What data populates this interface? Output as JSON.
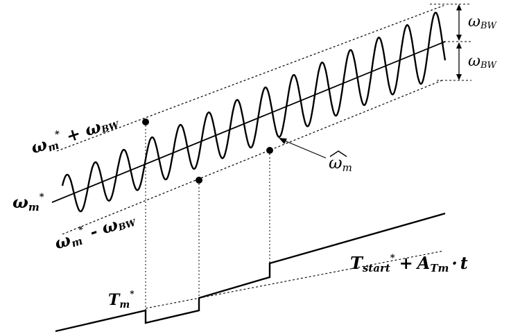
{
  "labels": {
    "upper_band_omega": "ω",
    "upper_band_sub": "m",
    "upper_band_sup": "*",
    "upper_band_op": "+",
    "upper_band_term": "ω",
    "upper_band_term_sub": "BW",
    "lower_band_omega": "ω",
    "lower_band_sub": "m",
    "lower_band_sup": "*",
    "lower_band_op": "-",
    "lower_band_term": "ω",
    "lower_band_term_sub": "BW",
    "ref_omega": "ω",
    "ref_sub": "m",
    "ref_sup": "*",
    "bw_top_omega": "ω",
    "bw_top_sub": "BW",
    "bw_bottom_omega": "ω",
    "bw_bottom_sub": "BW",
    "estimate_omega": "ω",
    "estimate_sub": "m",
    "torque_label": "T",
    "torque_sub": "m",
    "torque_sup": "*",
    "torque_ref_T": "T",
    "torque_ref_sub": "start",
    "torque_ref_sup": "*",
    "torque_ref_plus": "+",
    "torque_ref_A": "A",
    "torque_ref_A_sub": "Tm",
    "torque_ref_dot": "·",
    "torque_ref_t": "t"
  }
}
